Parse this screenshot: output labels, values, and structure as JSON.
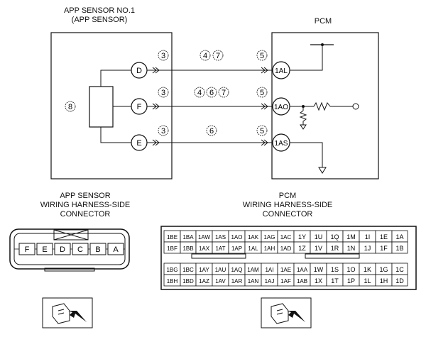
{
  "app_sensor": {
    "title_line1": "APP SENSOR NO.1",
    "title_line2": "(APP SENSOR)",
    "pins": [
      "D",
      "F",
      "E"
    ],
    "body_callout": "8"
  },
  "pcm": {
    "title": "PCM",
    "terminals": [
      "1AL",
      "1AO",
      "1AS"
    ]
  },
  "wires": [
    {
      "left_note": "3",
      "mid_notes": [
        "4",
        "7"
      ],
      "right_note": "5"
    },
    {
      "left_note": "3",
      "mid_notes": [
        "4",
        "6",
        "7"
      ],
      "right_note": "5"
    },
    {
      "left_note": "3",
      "mid_notes": [
        "6"
      ],
      "right_note": "5"
    }
  ],
  "app_connector": {
    "title_line1": "APP SENSOR",
    "title_line2": "WIRING HARNESS-SIDE",
    "title_line3": "CONNECTOR",
    "pins": [
      "F",
      "E",
      "D",
      "C",
      "B",
      "A"
    ]
  },
  "pcm_connector": {
    "title_line1": "PCM",
    "title_line2": "WIRING HARNESS-SIDE",
    "title_line3": "CONNECTOR",
    "rows": [
      [
        "1BE",
        "1BA",
        "1AW",
        "1AS",
        "1AO",
        "1AK",
        "1AG",
        "1AC",
        "1Y",
        "1U",
        "1Q",
        "1M",
        "1I",
        "1E",
        "1A"
      ],
      [
        "1BF",
        "1BB",
        "1AX",
        "1AT",
        "1AP",
        "1AL",
        "1AH",
        "1AD",
        "1Z",
        "1V",
        "1R",
        "1N",
        "1J",
        "1F",
        "1B"
      ],
      [
        "1BG",
        "1BC",
        "1AY",
        "1AU",
        "1AQ",
        "1AM",
        "1AI",
        "1AE",
        "1AA",
        "1W",
        "1S",
        "1O",
        "1K",
        "1G",
        "1C"
      ],
      [
        "1BH",
        "1BD",
        "1AZ",
        "1AV",
        "1AR",
        "1AN",
        "1AJ",
        "1AF",
        "1AB",
        "1X",
        "1T",
        "1P",
        "1L",
        "1H",
        "1D"
      ]
    ]
  }
}
